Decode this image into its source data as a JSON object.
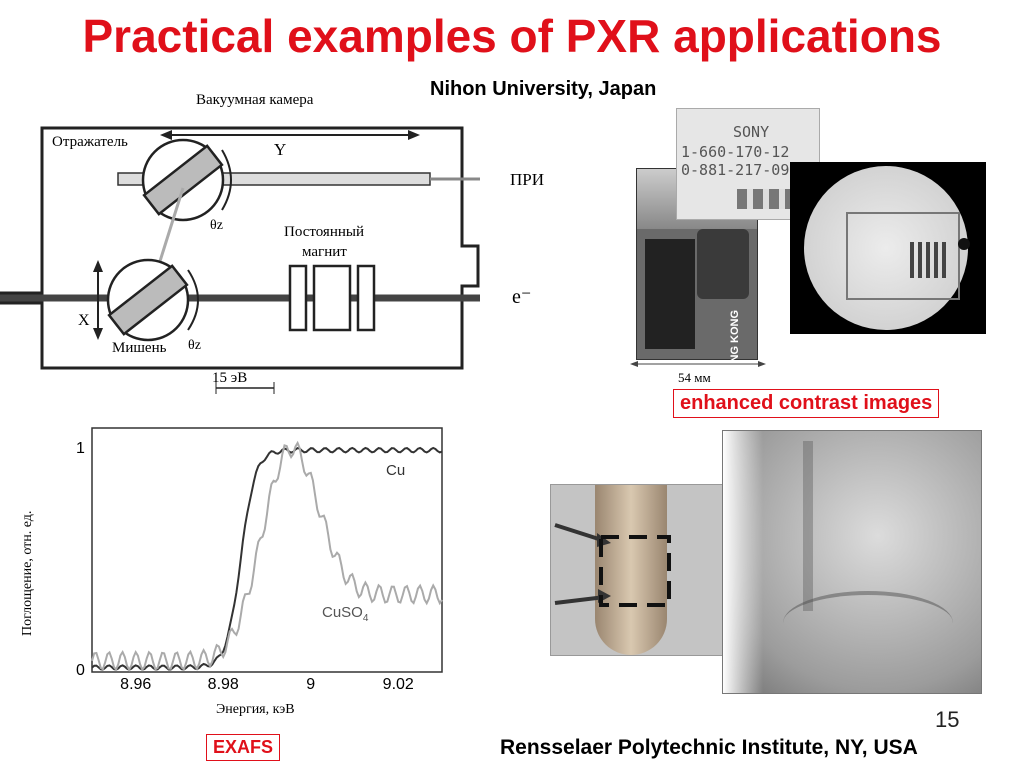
{
  "slide": {
    "title": "Practical examples of PXR applications",
    "source_top": "Nihon University, Japan",
    "source_bottom": "Rensselaer Polytechnic Institute, NY, USA",
    "page_number": "15"
  },
  "setup_diagram": {
    "chamber_label": "Вакуумная камера",
    "reflector_label": "Отражатель",
    "y_label": "Y",
    "output_label": "ПРИ",
    "theta_top": "θz",
    "magnet_label_1": "Постоянный",
    "magnet_label_2": "магнит",
    "electron_label": "e⁻",
    "x_label": "X",
    "target_label": "Мишень",
    "theta_bottom": "θz"
  },
  "images": {
    "scale_label": "54 мм",
    "card_top_text_1": "SONY",
    "card_top_text_2": "1-660-170-12",
    "card_top_text_3": "0-881-217-09",
    "card_side_text": "HONG KONG",
    "contrast_label": "enhanced contrast images"
  },
  "exafs": {
    "label": "EXAFS",
    "scale_bar_label": "15 эВ",
    "ylabel": "Поглощение, отн. ед.",
    "xlabel": "Энергия, кэВ",
    "x_ticks": [
      "8.96",
      "8.98",
      "9",
      "9.02"
    ],
    "y_ticks": [
      "0",
      "1"
    ],
    "series_cu": "Cu",
    "series_cuso4": "CuSO4",
    "xlim": [
      8.95,
      9.03
    ],
    "ylim": [
      0,
      1.1
    ]
  },
  "colors": {
    "title": "#e0101a",
    "box_border": "#e0101a"
  }
}
